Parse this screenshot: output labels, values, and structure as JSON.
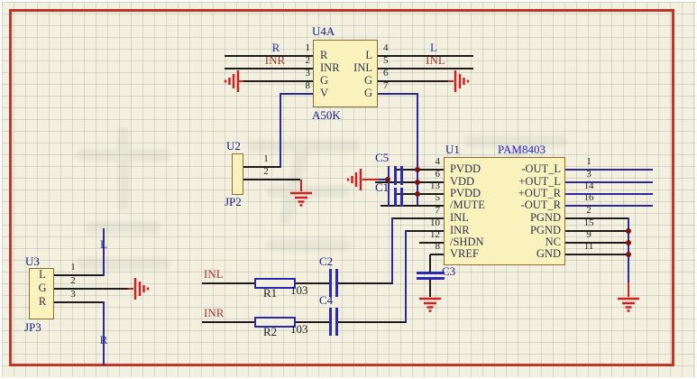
{
  "u4a": {
    "ref": "U4A",
    "value": "A50K",
    "inner_left": [
      "R",
      "INR",
      "G",
      "V"
    ],
    "inner_right": [
      "L",
      "INL",
      "G",
      "G"
    ],
    "pins_left": [
      "1",
      "2",
      "3",
      "8"
    ],
    "pins_right": [
      "4",
      "5",
      "6",
      "7"
    ],
    "net_left_1": "R",
    "net_left_2": "INR",
    "net_right_1": "L",
    "net_right_2": "INL"
  },
  "u1": {
    "ref": "U1",
    "part": "PAM8403",
    "left": [
      {
        "num": "4",
        "name": "PVDD"
      },
      {
        "num": "6",
        "name": "VDD"
      },
      {
        "num": "13",
        "name": "PVDD"
      },
      {
        "num": "5",
        "name": "/MUTE"
      },
      {
        "num": "7",
        "name": "INL"
      },
      {
        "num": "10",
        "name": "INR"
      },
      {
        "num": "12",
        "name": "/SHDN"
      },
      {
        "num": "8",
        "name": "VREF"
      }
    ],
    "right": [
      {
        "num": "1",
        "name": "-OUT_L"
      },
      {
        "num": "3",
        "name": "+OUT_L"
      },
      {
        "num": "14",
        "name": "+OUT_R"
      },
      {
        "num": "16",
        "name": "-OUT_R"
      },
      {
        "num": "2",
        "name": "PGND"
      },
      {
        "num": "15",
        "name": "PGND"
      },
      {
        "num": "9",
        "name": "NC"
      },
      {
        "num": "11",
        "name": "GND"
      }
    ]
  },
  "u2": {
    "ref": "U2",
    "value": "JP2",
    "pins": [
      "1",
      "2"
    ]
  },
  "u3": {
    "ref": "U3",
    "value": "JP3",
    "inner": [
      "L",
      "G",
      "R"
    ],
    "pins": [
      "1",
      "2",
      "3"
    ]
  },
  "r1": {
    "ref": "R1",
    "value": "103"
  },
  "r2": {
    "ref": "R2",
    "value": "103"
  },
  "caps": {
    "c1": "C1",
    "c2": "C2",
    "c3": "C3",
    "c4": "C4",
    "c5": "C5"
  },
  "nets": {
    "inl": "INL",
    "inr": "INR",
    "l": "L",
    "r": "R"
  },
  "colors": {
    "wire_blue": "#2a2a9a",
    "wire_black": "#1c1c1c",
    "ground_red": "#cc2222",
    "junction_dot": "#7a1212",
    "component_fill": "#f9f2bc",
    "component_border": "#8a6c35",
    "designator_navy": "#1a1a8c",
    "part_blue": "#2222cc",
    "net_label_red": "#aa3333",
    "frame_red": "#c3342a"
  }
}
